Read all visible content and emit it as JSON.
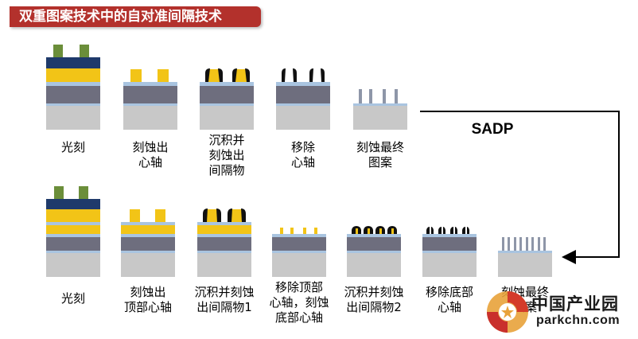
{
  "title": "双重图案技术中的自对准间隔技术",
  "sadp_label": "SADP",
  "top_row": [
    {
      "label": "光刻"
    },
    {
      "label": "刻蚀出\n心轴"
    },
    {
      "label": "沉积并\n刻蚀出\n间隔物"
    },
    {
      "label": "移除\n心轴"
    },
    {
      "label": "刻蚀最终\n图案"
    }
  ],
  "bottom_row": [
    {
      "label": "光刻"
    },
    {
      "label": "刻蚀出\n顶部心轴"
    },
    {
      "label": "沉积并刻蚀\n出间隔物1"
    },
    {
      "label": "移除顶部\n心轴，刻蚀\n底部心轴"
    },
    {
      "label": "沉积并刻蚀\n出间隔物2"
    },
    {
      "label": "移除底部\n心轴"
    },
    {
      "label": "刻蚀最终\n图案"
    }
  ],
  "watermark": {
    "cn": "中国产业园",
    "en": "parkchn.com"
  },
  "colors": {
    "title_bg": "#b3312c",
    "resist": "#6b8e3a",
    "hardmask": "#1f3a6b",
    "mandrel": "#f2c417",
    "thin_layer": "#a9c4e0",
    "dark_layer": "#6e6e7e",
    "substrate": "#c8c8c8",
    "spacer": "#111111",
    "final_lines": "#8e96a8"
  }
}
